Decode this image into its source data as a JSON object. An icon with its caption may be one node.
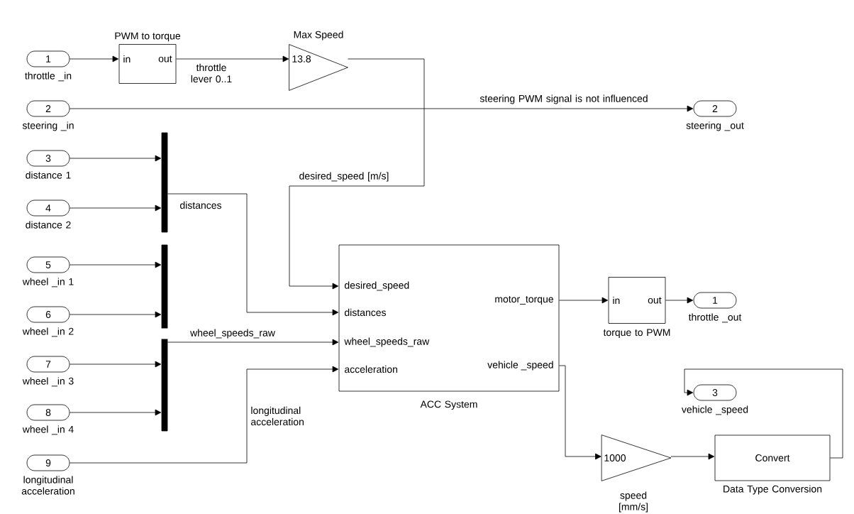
{
  "diagram": {
    "nodes": [
      {
        "text": [
          "1"
        ],
        "beside": [
          "throttle _in"
        ]
      },
      {
        "text": [
          "PWM to torque",
          "in",
          "out"
        ]
      },
      {
        "text": [
          "Max Speed",
          "13.8"
        ]
      },
      {
        "text": [
          "2"
        ],
        "beside": [
          "steering _in"
        ]
      },
      {
        "text": [
          "2"
        ],
        "beside": [
          "steering _out"
        ]
      },
      {
        "text": [
          "3"
        ],
        "beside": [
          "distance 1"
        ]
      },
      {
        "text": [
          "4"
        ],
        "beside": [
          "distance 2"
        ]
      },
      {
        "text": [],
        "shape": "bar"
      },
      {
        "text": [
          "5"
        ],
        "beside": [
          "wheel _in 1"
        ]
      },
      {
        "text": [
          "6"
        ],
        "beside": [
          "wheel _in 2"
        ]
      },
      {
        "text": [
          "7"
        ],
        "beside": [
          "wheel _in 3"
        ]
      },
      {
        "text": [
          "8"
        ],
        "beside": [
          "wheel _in 4"
        ]
      },
      {
        "text": [],
        "shape": "bar"
      },
      {
        "text": [
          "9"
        ],
        "beside": [
          "longitudinal acceleration"
        ]
      },
      {
        "text": [
          "desired_speed",
          "distances",
          "wheel_speeds_raw",
          "acceleration",
          "motor_torque",
          "vehicle _speed"
        ],
        "beside": [
          "ACC System"
        ]
      },
      {
        "text": [
          "in",
          "out"
        ],
        "beside": [
          "torque to PWM"
        ]
      },
      {
        "text": [
          "1"
        ],
        "beside": [
          "throttle _out"
        ]
      },
      {
        "text": [
          "3"
        ],
        "beside": [
          "vehicle _speed"
        ]
      },
      {
        "text": [
          "1000"
        ],
        "beside": [
          "speed [mm/s]"
        ]
      },
      {
        "text": [
          "Convert"
        ],
        "beside": [
          "Data Type Conversion"
        ]
      }
    ],
    "edges": [
      {
        "from": 0,
        "to": 1,
        "arrow": "to"
      },
      {
        "from": 1,
        "to": 2,
        "arrow": "to",
        "label": "throttle lever 0..1"
      },
      {
        "from": 2,
        "to": 14,
        "arrow": "to",
        "label": "desired_speed [m/s]"
      },
      {
        "from": 3,
        "to": 4,
        "arrow": "to",
        "label": "steering PWM signal is not influenced"
      },
      {
        "from": 5,
        "to": 7,
        "arrow": "to"
      },
      {
        "from": 6,
        "to": 7,
        "arrow": "to"
      },
      {
        "from": 8,
        "to": 12,
        "arrow": "to"
      },
      {
        "from": 9,
        "to": 12,
        "arrow": "to"
      },
      {
        "from": 10,
        "to": 12,
        "arrow": "to"
      },
      {
        "from": 11,
        "to": 12,
        "arrow": "to"
      },
      {
        "from": 7,
        "to": 14,
        "arrow": "to",
        "label": "distances"
      },
      {
        "from": 12,
        "to": 14,
        "arrow": "to",
        "label": "wheel_speeds_raw"
      },
      {
        "from": 13,
        "to": 14,
        "arrow": "to",
        "label": "longitudinal acceleration"
      },
      {
        "from": 14,
        "to": 15,
        "arrow": "to"
      },
      {
        "from": 15,
        "to": 16,
        "arrow": "to"
      },
      {
        "from": 14,
        "to": 18,
        "arrow": "to"
      },
      {
        "from": 18,
        "to": 19,
        "arrow": "to"
      },
      {
        "from": 19,
        "to": 17,
        "arrow": "to"
      }
    ]
  }
}
